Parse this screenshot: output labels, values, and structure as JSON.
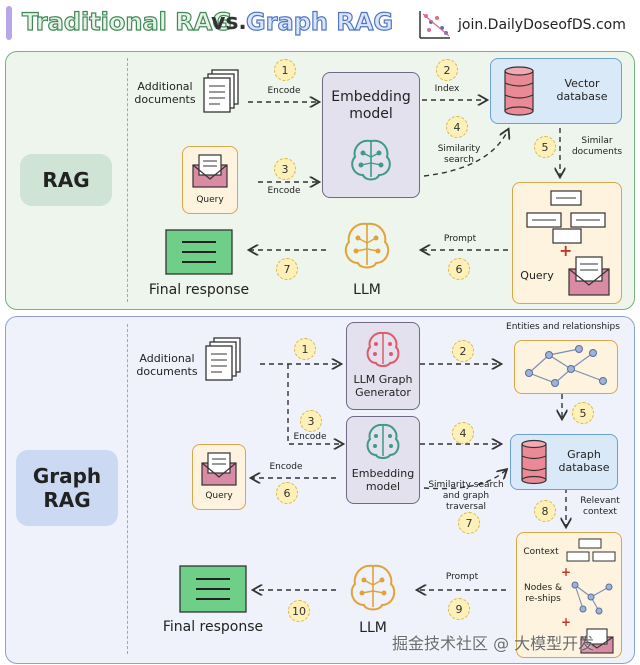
{
  "title": {
    "part1": "Traditional RAG",
    "vs": "vs.",
    "part2": "Graph RAG"
  },
  "brand": "join.DailyDoseofDS.com",
  "rag": {
    "section_label": "RAG",
    "additional_docs": "Additional documents",
    "query": "Query",
    "encode1": "Encode",
    "encode2": "Encode",
    "embedding_model": "Embedding model",
    "index": "Index",
    "vector_db": "Vector database",
    "similarity_search": "Similarity search",
    "similar_documents": "Similar documents",
    "prompt": "Prompt",
    "llm": "LLM",
    "final_response": "Final response",
    "query_in_box": "Query",
    "steps": [
      "1",
      "2",
      "3",
      "4",
      "5",
      "6",
      "7"
    ]
  },
  "graph": {
    "section_label": "Graph RAG",
    "additional_docs": "Additional documents",
    "query": "Query",
    "encode_a": "Encode",
    "encode_b": "Encode",
    "llm_graph_generator": "LLM Graph Generator",
    "entities": "Entities and relationships",
    "embedding_model": "Embedding model",
    "graph_db": "Graph database",
    "sim_search": "Similarity search and graph traversal",
    "relevant_context": "Relevant context",
    "context": "Context",
    "nodes": "Nodes & re-ships",
    "prompt": "Prompt",
    "llm": "LLM",
    "final_response": "Final response",
    "steps": [
      "1",
      "2",
      "3",
      "4",
      "5",
      "6",
      "7",
      "8",
      "9",
      "10"
    ]
  },
  "watermark": "掘金技术社区 @ 大模型开发"
}
